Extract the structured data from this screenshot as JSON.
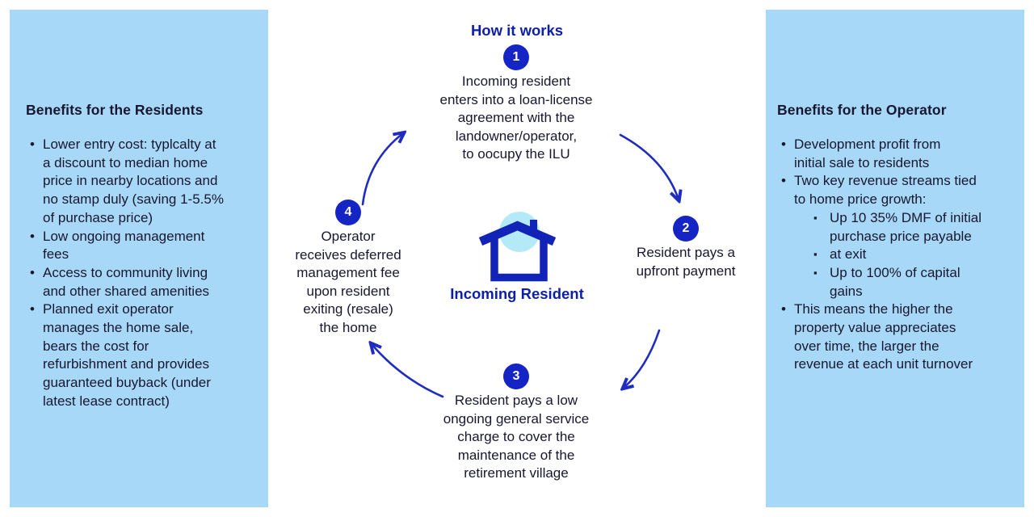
{
  "title": "How it works",
  "glyphs": {
    "bullet": "•",
    "sub_bullet": "▪"
  },
  "center": {
    "icon_label": "Incoming Resident",
    "steps": [
      {
        "number": "1",
        "text": "Incoming resident\nenters into a loan-license\nagreement with the\nlandowner/operator,\nto oocupy the ILU"
      },
      {
        "number": "2",
        "text": "Resident pays a\nupfront payment"
      },
      {
        "number": "3",
        "text": "Resident pays a low\nongoing general service\ncharge to cover the\nmaintenance of the\nretirement village"
      },
      {
        "number": "4",
        "text": "Operator\nreceives deferred\nmanagement fee\nupon resident\nexiting (resale)\nthe home"
      }
    ]
  },
  "left_panel": {
    "title": "Benefits for the Residents",
    "bullets": [
      {
        "level": 1,
        "text": "Lower entry cost: typlcalty at\na discount to median home\nprice in nearby locations and\nno stamp duly (saving 1-5.5%\nof purchase price)"
      },
      {
        "level": 1,
        "text": "Low ongoing management\nfees"
      },
      {
        "level": 1,
        "text": "Access to community living\nand other shared amenities"
      },
      {
        "level": 1,
        "text": "Planned exit operator\nmanages the home sale,\nbears the cost for\nrefurbishment and provides\nguaranteed buyback (under\nlatest lease contract)"
      }
    ]
  },
  "right_panel": {
    "title": "Benefits for the Operator",
    "bullets": [
      {
        "level": 1,
        "text": "Development profit from\ninitial sale to residents"
      },
      {
        "level": 1,
        "text": "Two key revenue streams tied\nto home price growth:"
      },
      {
        "level": 2,
        "text": "Up 10 35% DMF of initial\npurchase price payable"
      },
      {
        "level": 2,
        "text": "at exit"
      },
      {
        "level": 2,
        "text": "Up to 100% of capital\ngains"
      },
      {
        "level": 1,
        "text": "This means the higher the\nproperty value appreciates\nover time, the larger the\nrevenue at each unit turnover"
      }
    ]
  },
  "colors": {
    "page_background": "#ffffff",
    "panel_background": "#a8d8f8",
    "text": "#17172f",
    "heading_blue": "#0d1fa6",
    "circle_blue": "#1524c4",
    "arrow_blue": "#1e2cc0",
    "house_blue": "#1223b8",
    "house_accent_cyan": "#b4eaf7",
    "step_number_text": "#ffffff"
  }
}
